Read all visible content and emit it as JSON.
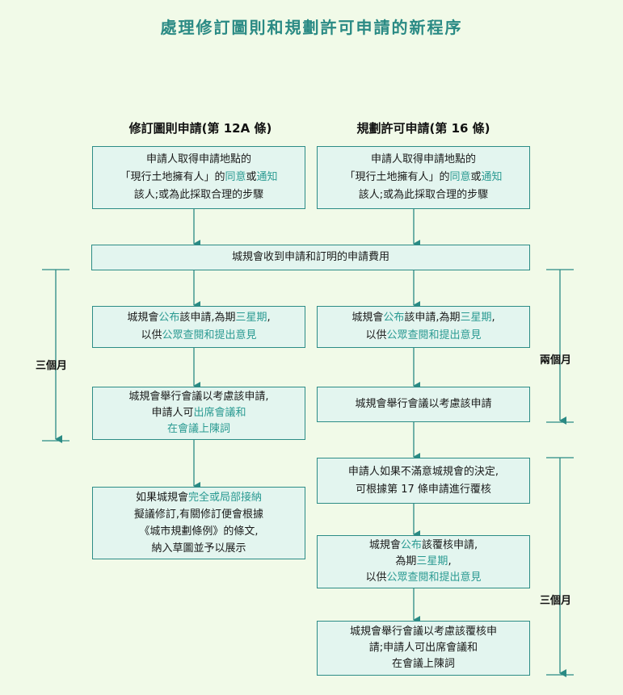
{
  "title": "處理修訂圖則和規劃許可申請的新程序",
  "left_heading": "修訂圖則申請(第 12A 條)",
  "right_heading": "規劃許可申請(第 16 條)",
  "left_step1": {
    "l1": "申請人取得申請地點的",
    "l2_a": "「現行土地擁有人」的",
    "l2_b": "同意",
    "l2_c": "或",
    "l2_d": "通知",
    "l3": "該人;或為此採取合理的步驟"
  },
  "right_step1": {
    "l1": "申請人取得申請地點的",
    "l2_a": "「現行土地擁有人」的",
    "l2_b": "同意",
    "l2_c": "或",
    "l2_d": "通知",
    "l3": "該人;或為此採取合理的步驟"
  },
  "shared_step": "城規會收到申請和訂明的申請費用",
  "left_step2": {
    "a": "城規會",
    "b": "公布",
    "c": "該申請,為期",
    "d": "三星期",
    "e": ",",
    "f": "以供",
    "g": "公眾查閱和提出意見"
  },
  "right_step2": {
    "a": "城規會",
    "b": "公布",
    "c": "該申請,為期",
    "d": "三星期",
    "e": ",",
    "f": "以供",
    "g": "公眾查閱和提出意見"
  },
  "left_step3": {
    "l1": "城規會舉行會議以考慮該申請,",
    "l2_a": "申請人可",
    "l2_b": "出席會議和",
    "l3": "在會議上陳詞"
  },
  "right_step3": "城規會舉行會議以考慮該申請",
  "left_step4": {
    "l1_a": "如果城規會",
    "l1_b": "完全或局部接納",
    "l2": "擬議修訂,有關修訂便會根據",
    "l3": "《城市規劃條例》的條文,",
    "l4": "納入草圖並予以展示"
  },
  "right_step4": {
    "l1": "申請人如果不滿意城規會的決定,",
    "l2": "可根據第 17 條申請進行覆核"
  },
  "right_step5": {
    "l1_a": "城規會",
    "l1_b": "公布",
    "l1_c": "該覆核申請,",
    "l2_a": "為期",
    "l2_b": "三星期",
    "l2_c": ",",
    "l3_a": "以供",
    "l3_b": "公眾查閱和提出意見"
  },
  "right_step6": {
    "l1": "城規會舉行會議以考慮該覆核申",
    "l2": "請;申請人可出席會議和",
    "l3": "在會議上陳詞"
  },
  "label_left_three_months": "三個月",
  "label_right_two_months": "兩個月",
  "label_right_three_months": "三個月",
  "colors": {
    "accent": "#2a8a84",
    "box_fill": "#e3f5ef",
    "background": "#f1fae8",
    "highlight": "#2a9a92"
  }
}
